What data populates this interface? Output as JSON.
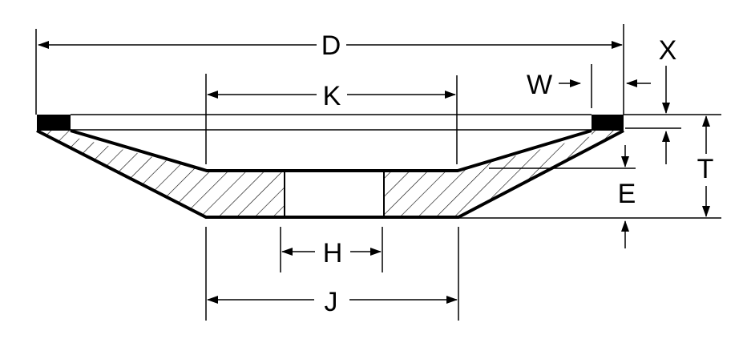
{
  "labels": {
    "D": "D",
    "K": "K",
    "W": "W",
    "X": "X",
    "T": "T",
    "E": "E",
    "H": "H",
    "J": "J"
  },
  "colors": {
    "line": "#000000",
    "background": "#ffffff",
    "abrasive_rim": "#000000"
  }
}
